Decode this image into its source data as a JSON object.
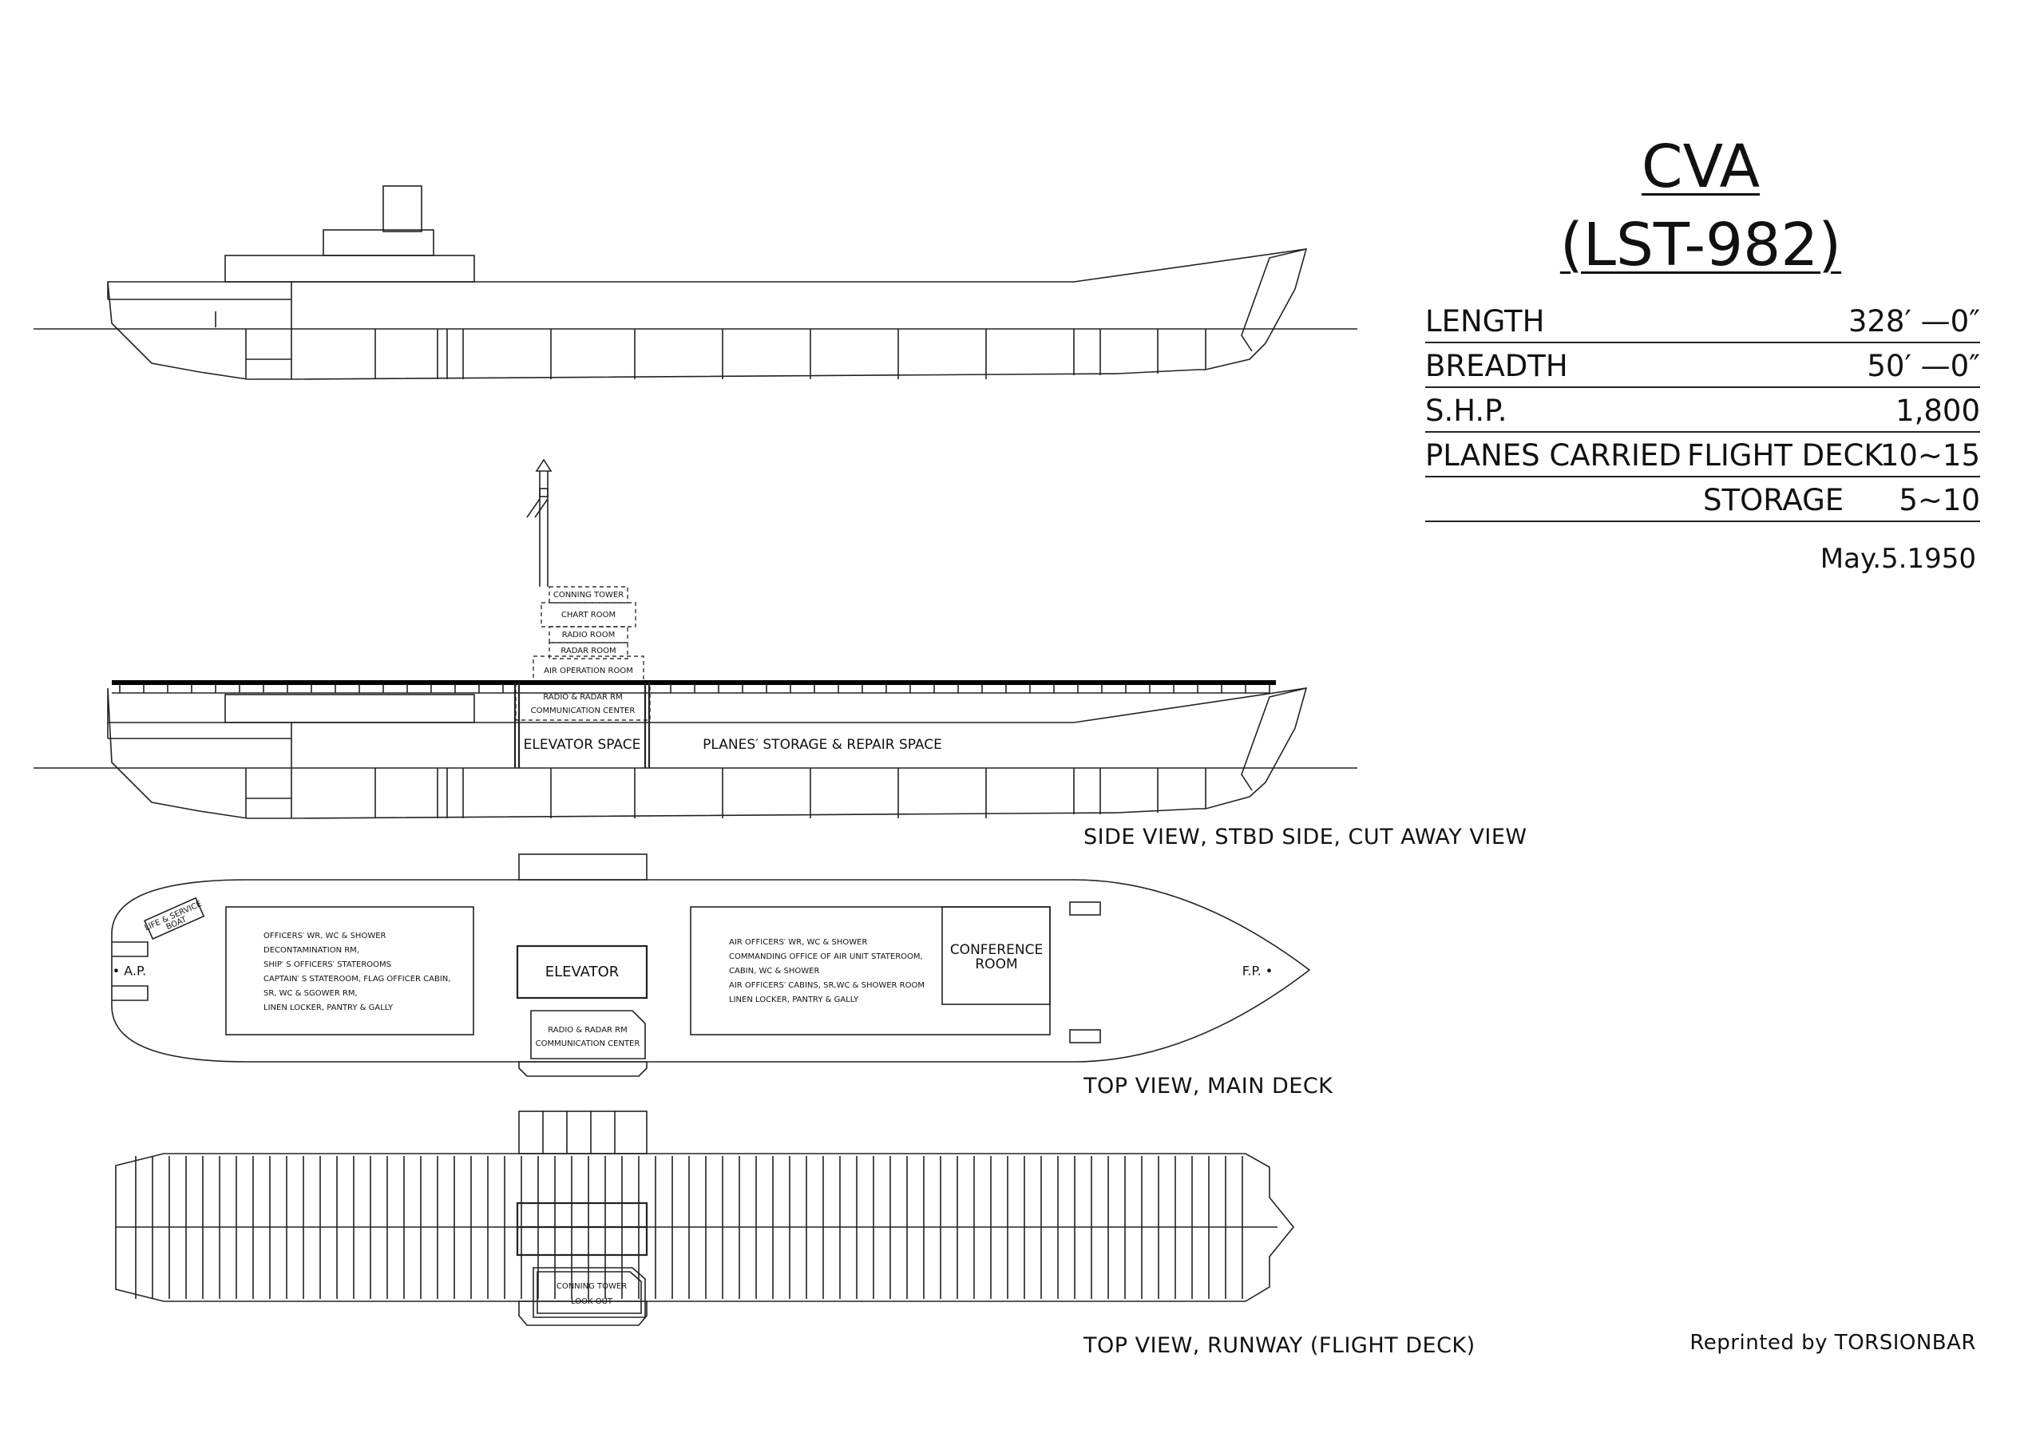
{
  "title": {
    "line1": "CVA",
    "line2": "(LST-982)"
  },
  "specs": {
    "length": {
      "label": "LENGTH",
      "value": "328′ —0″"
    },
    "breadth": {
      "label": "BREADTH",
      "value": "50′ —0″"
    },
    "shp": {
      "label": "S.H.P.",
      "value": "1,800"
    },
    "planes": {
      "label": "PLANES CARRIED",
      "sublabel": "FLIGHT DECK",
      "value": "10~15"
    },
    "storage": {
      "sublabel": "STORAGE",
      "value": "5~10"
    }
  },
  "date": "May.5.1950",
  "captions": {
    "side": "SIDE VIEW, STBD SIDE, CUT AWAY VIEW",
    "main_deck": "TOP VIEW, MAIN DECK",
    "runway": "TOP VIEW, RUNWAY (FLIGHT DECK)"
  },
  "credit": "Reprinted by TORSIONBAR",
  "side_view_labels": {
    "conning_tower": "CONNING TOWER",
    "chart_room": "CHART ROOM",
    "radio_room": "RADIO ROOM",
    "radar_room": "RADAR ROOM",
    "air_operation_room": "AIR OPERATION ROOM",
    "radio_radar_rm": "RADIO & RADAR RM",
    "communication_center": "COMMUNICATION CENTER",
    "elevator_space": "ELEVATOR SPACE",
    "storage_repair": "PLANES′ STORAGE & REPAIR SPACE"
  },
  "main_deck_labels": {
    "lifeboat_1": "LIFE & SERVICE",
    "lifeboat_2": "BOAT",
    "ap": "• A.P.",
    "fp": "F.P. •",
    "officers_lines": [
      "OFFICERS′ WR, WC & SHOWER",
      "DECONTAMINATION RM,",
      "SHIP′ S OFFICERS′ STATEROOMS",
      "CAPTAIN′ S STATEROOM, FLAG OFFICER CABIN,",
      "SR, WC & SGOWER RM,",
      "LINEN LOCKER, PANTRY & GALLY"
    ],
    "elevator": "ELEVATOR",
    "radio_radar_rm": "RADIO & RADAR RM",
    "communication_center": "COMMUNICATION CENTER",
    "air_officers_lines": [
      "AIR OFFICERS′ WR, WC & SHOWER",
      "COMMANDING OFFICE OF AIR UNIT STATEROOM,",
      "CABIN, WC & SHOWER",
      "AIR OFFICERS′ CABINS, SR,WC & SHOWER ROOM",
      "LINEN LOCKER, PANTRY & GALLY"
    ],
    "conference_1": "CONFERENCE",
    "conference_2": "ROOM"
  },
  "runway_labels": {
    "conning_tower": "CONNING TOWER",
    "look_out": "LOOK OUT"
  }
}
